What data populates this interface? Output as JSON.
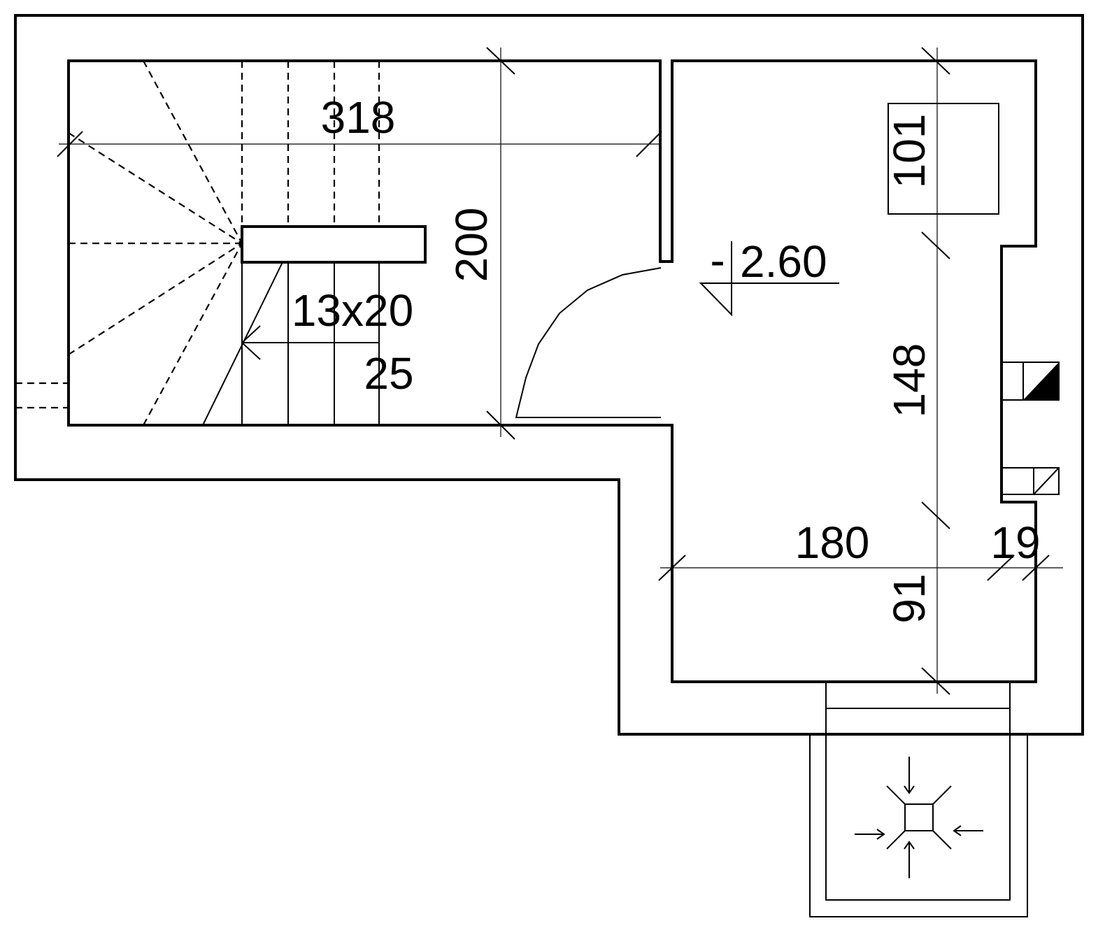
{
  "dimensions": {
    "stair_width": "318",
    "stair_length": "200",
    "steps": "13x20",
    "tread": "25",
    "room_width": "180",
    "wall_thickness": "19",
    "segment_top": "101",
    "segment_middle": "148",
    "segment_bottom": "91"
  },
  "level": {
    "sign": "-",
    "value": "2.60"
  }
}
